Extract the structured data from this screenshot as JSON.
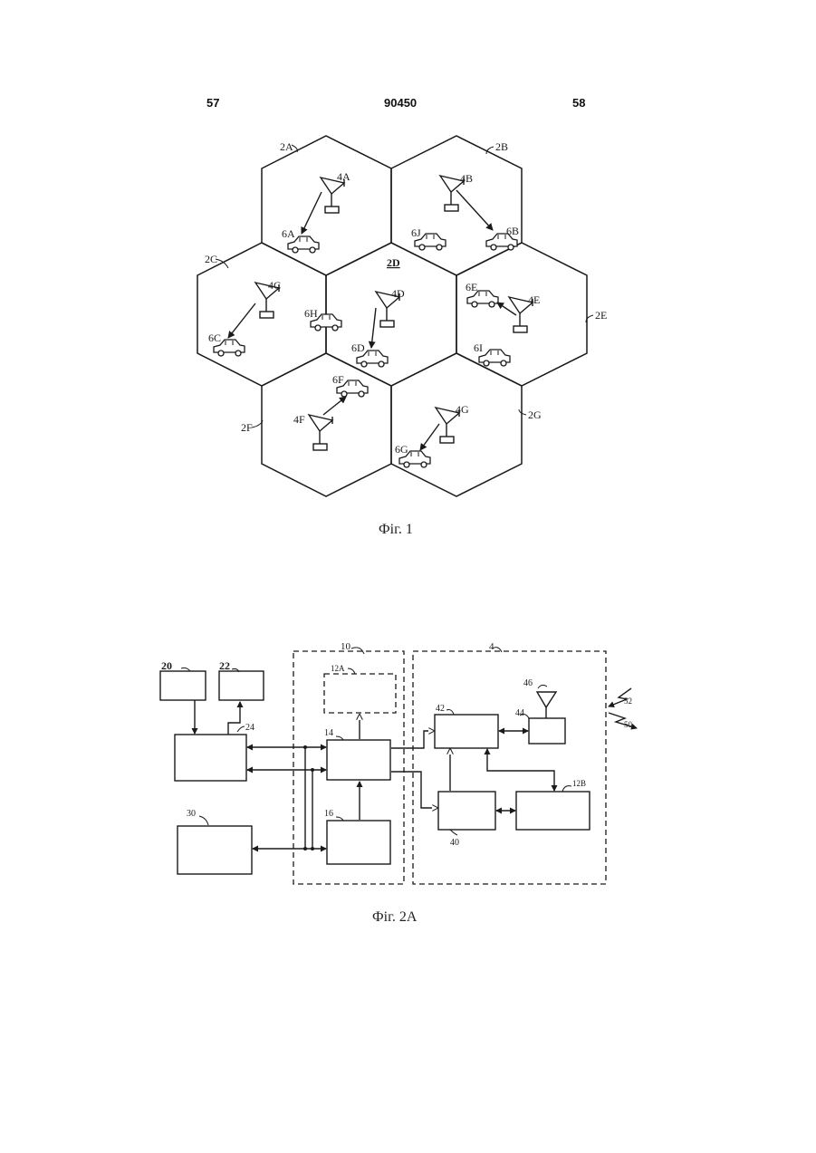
{
  "header": {
    "left_page": "57",
    "doc_number": "90450",
    "right_page": "58"
  },
  "figure1": {
    "caption": "Фіг. 1",
    "cells": [
      {
        "label": "2A"
      },
      {
        "label": "2B"
      },
      {
        "label": "2C"
      },
      {
        "label": "2D"
      },
      {
        "label": "2E"
      },
      {
        "label": "2F"
      },
      {
        "label": "2G"
      }
    ],
    "stations": [
      "4A",
      "4B",
      "4C",
      "4D",
      "4E",
      "4F",
      "4G"
    ],
    "terminals": [
      "6A",
      "6B",
      "6C",
      "6D",
      "6E",
      "6F",
      "6G",
      "6H",
      "6I",
      "6J"
    ]
  },
  "figure2a": {
    "caption": "Фіг. 2A",
    "labels": {
      "b20": "20",
      "b22": "22",
      "b24": "24",
      "b30": "30",
      "b10": "10",
      "b4": "4",
      "b12a": "12A",
      "b14": "14",
      "b16": "16",
      "b42": "42",
      "b44": "44",
      "b46": "46",
      "b40": "40",
      "b12b": "12B",
      "s52": "52",
      "s50": "50"
    }
  }
}
